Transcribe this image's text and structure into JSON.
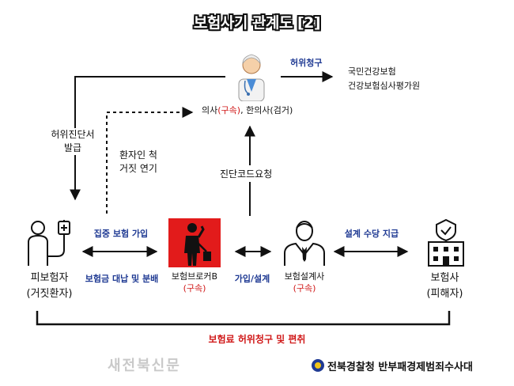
{
  "title": "보험사기 관계도 [2]",
  "doctor": {
    "label_main": "의사",
    "label_arrest": "(구속)",
    "label_rest": ", 한의사(검거)"
  },
  "false_claim_label": "허위청구",
  "agencies": [
    "국민건강보험",
    "건강보험심사평가원"
  ],
  "false_document": [
    "허위진단서",
    "발급"
  ],
  "patient_act": [
    "환자인 척",
    "거짓 연기"
  ],
  "diag_code_request": "진단코드요청",
  "patient": {
    "name": "피보험자",
    "sub": "(거짓환자)"
  },
  "broker": {
    "name": "보험브로커B",
    "status": "(구속)"
  },
  "planner": {
    "name": "보험설계사",
    "status": "(구속)"
  },
  "insurer": {
    "name": "보험사",
    "sub": "(피해자)"
  },
  "concentrated_enroll": "집중 보험 가입",
  "loan_distribution": "보험금 대납 및 분배",
  "enroll_design": "가입/설계",
  "design_commission": "설계 수당 지급",
  "bottom_label": "보험료 허위청구 및 편취",
  "watermark": "새전북신문",
  "organization": "전북경찰청 반부패경제범죄수사대",
  "colors": {
    "accent_blue": "#1f3a93",
    "accent_red": "#d01818",
    "broker_bg": "#e21b1b"
  }
}
